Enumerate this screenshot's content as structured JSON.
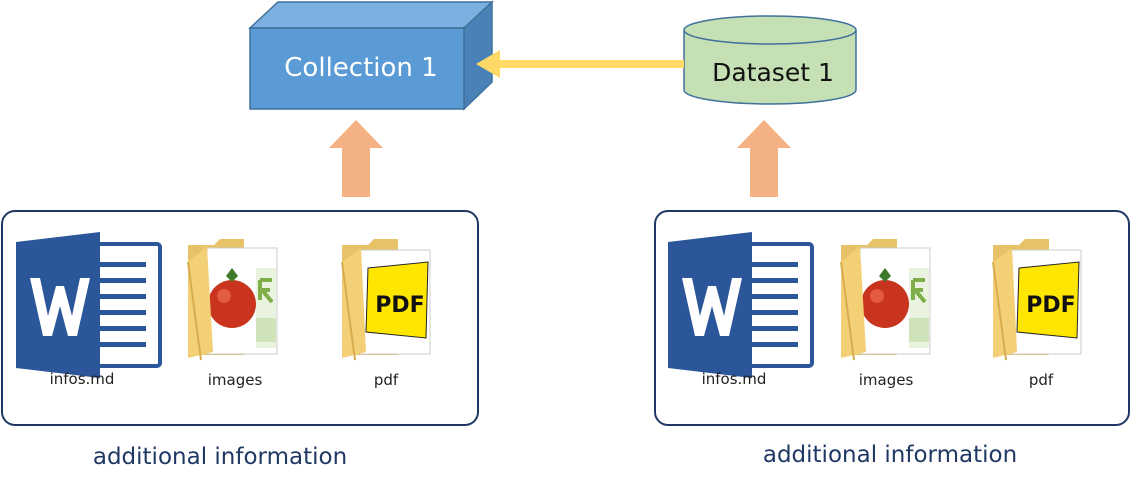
{
  "collection": {
    "label": "Collection 1"
  },
  "dataset": {
    "label": "Dataset 1"
  },
  "left_group": {
    "files": [
      {
        "label": "infos.md",
        "icon": "word-document-icon"
      },
      {
        "label": "images",
        "icon": "images-folder-icon"
      },
      {
        "label": "pdf",
        "icon": "pdf-folder-icon"
      }
    ],
    "caption": "additional information"
  },
  "right_group": {
    "files": [
      {
        "label": "infos.md",
        "icon": "word-document-icon"
      },
      {
        "label": "images",
        "icon": "images-folder-icon"
      },
      {
        "label": "pdf",
        "icon": "pdf-folder-icon"
      }
    ],
    "caption": "additional information"
  },
  "colors": {
    "collection_front": "#5b9bd5",
    "collection_top": "#7cb0e0",
    "collection_side": "#4a82b8",
    "dataset_fill": "#c5e0b4",
    "dataset_stroke": "#41719c",
    "link_arrow": "#ffd966",
    "up_arrow": "#f4b183",
    "group_border": "#1f3864",
    "caption_text": "#1f3864",
    "word_blue": "#2b579a"
  }
}
